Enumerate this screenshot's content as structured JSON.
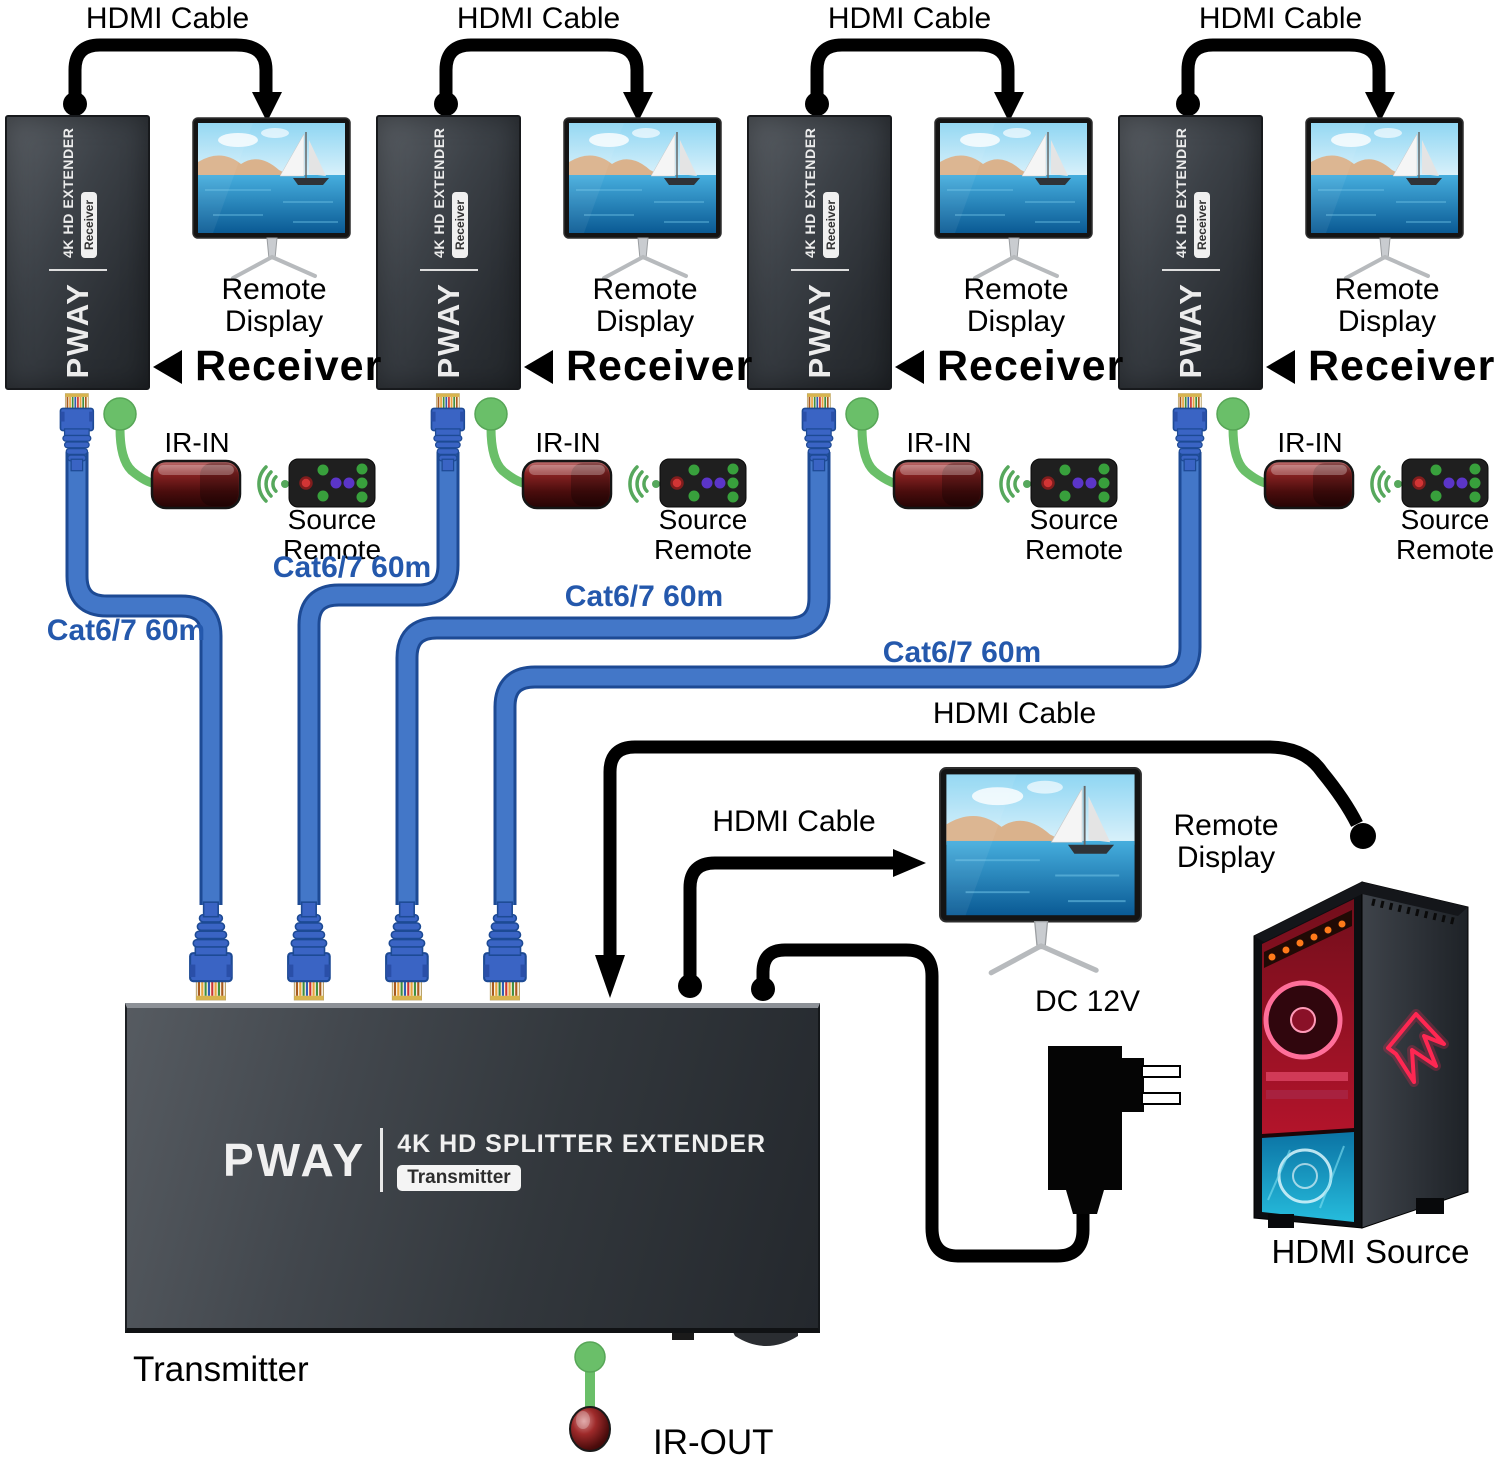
{
  "columns": [
    {
      "hdmi_cable": "HDMI Cable",
      "brand": "PWAY",
      "device": "4K HD EXTENDER",
      "device_badge": "Receiver",
      "display_line1": "Remote",
      "display_line2": "Display",
      "receiver_caption": "Receiver",
      "ir_in": "IR-IN",
      "remote_line1": "Source",
      "remote_line2": "Remote",
      "cat_cable": "Cat6/7 60m"
    },
    {
      "hdmi_cable": "HDMI Cable",
      "brand": "PWAY",
      "device": "4K HD EXTENDER",
      "device_badge": "Receiver",
      "display_line1": "Remote",
      "display_line2": "Display",
      "receiver_caption": "Receiver",
      "ir_in": "IR-IN",
      "remote_line1": "Source",
      "remote_line2": "Remote",
      "cat_cable": "Cat6/7 60m"
    },
    {
      "hdmi_cable": "HDMI Cable",
      "brand": "PWAY",
      "device": "4K HD EXTENDER",
      "device_badge": "Receiver",
      "display_line1": "Remote",
      "display_line2": "Display",
      "receiver_caption": "Receiver",
      "ir_in": "IR-IN",
      "remote_line1": "Source",
      "remote_line2": "Remote",
      "cat_cable": "Cat6/7 60m"
    },
    {
      "hdmi_cable": "HDMI Cable",
      "brand": "PWAY",
      "device": "4K HD EXTENDER",
      "device_badge": "Receiver",
      "display_line1": "Remote",
      "display_line2": "Display",
      "receiver_caption": "Receiver",
      "ir_in": "IR-IN",
      "remote_line1": "Source",
      "remote_line2": "Remote",
      "cat_cable": "Cat6/7 60m"
    }
  ],
  "center": {
    "hdmi_cable_top": "HDMI Cable",
    "hdmi_cable_mid": "HDMI Cable",
    "display_line1": "Remote",
    "display_line2": "Display",
    "dc_power": "DC 12V",
    "hdmi_source": "HDMI Source",
    "transmitter_caption": "Transmitter",
    "ir_out": "IR-OUT",
    "brand": "PWAY",
    "product": "4K HD SPLITTER EXTENDER",
    "product_badge": "Transmitter"
  },
  "colors": {
    "cat_label_blue": "#2458ac",
    "cable_blue": "#3a64c4",
    "ir_green": "#6abf69",
    "cable_black": "#000000",
    "ir_receiver_maroon": "#5a1212",
    "pc_accent_red": "#ff2752"
  }
}
